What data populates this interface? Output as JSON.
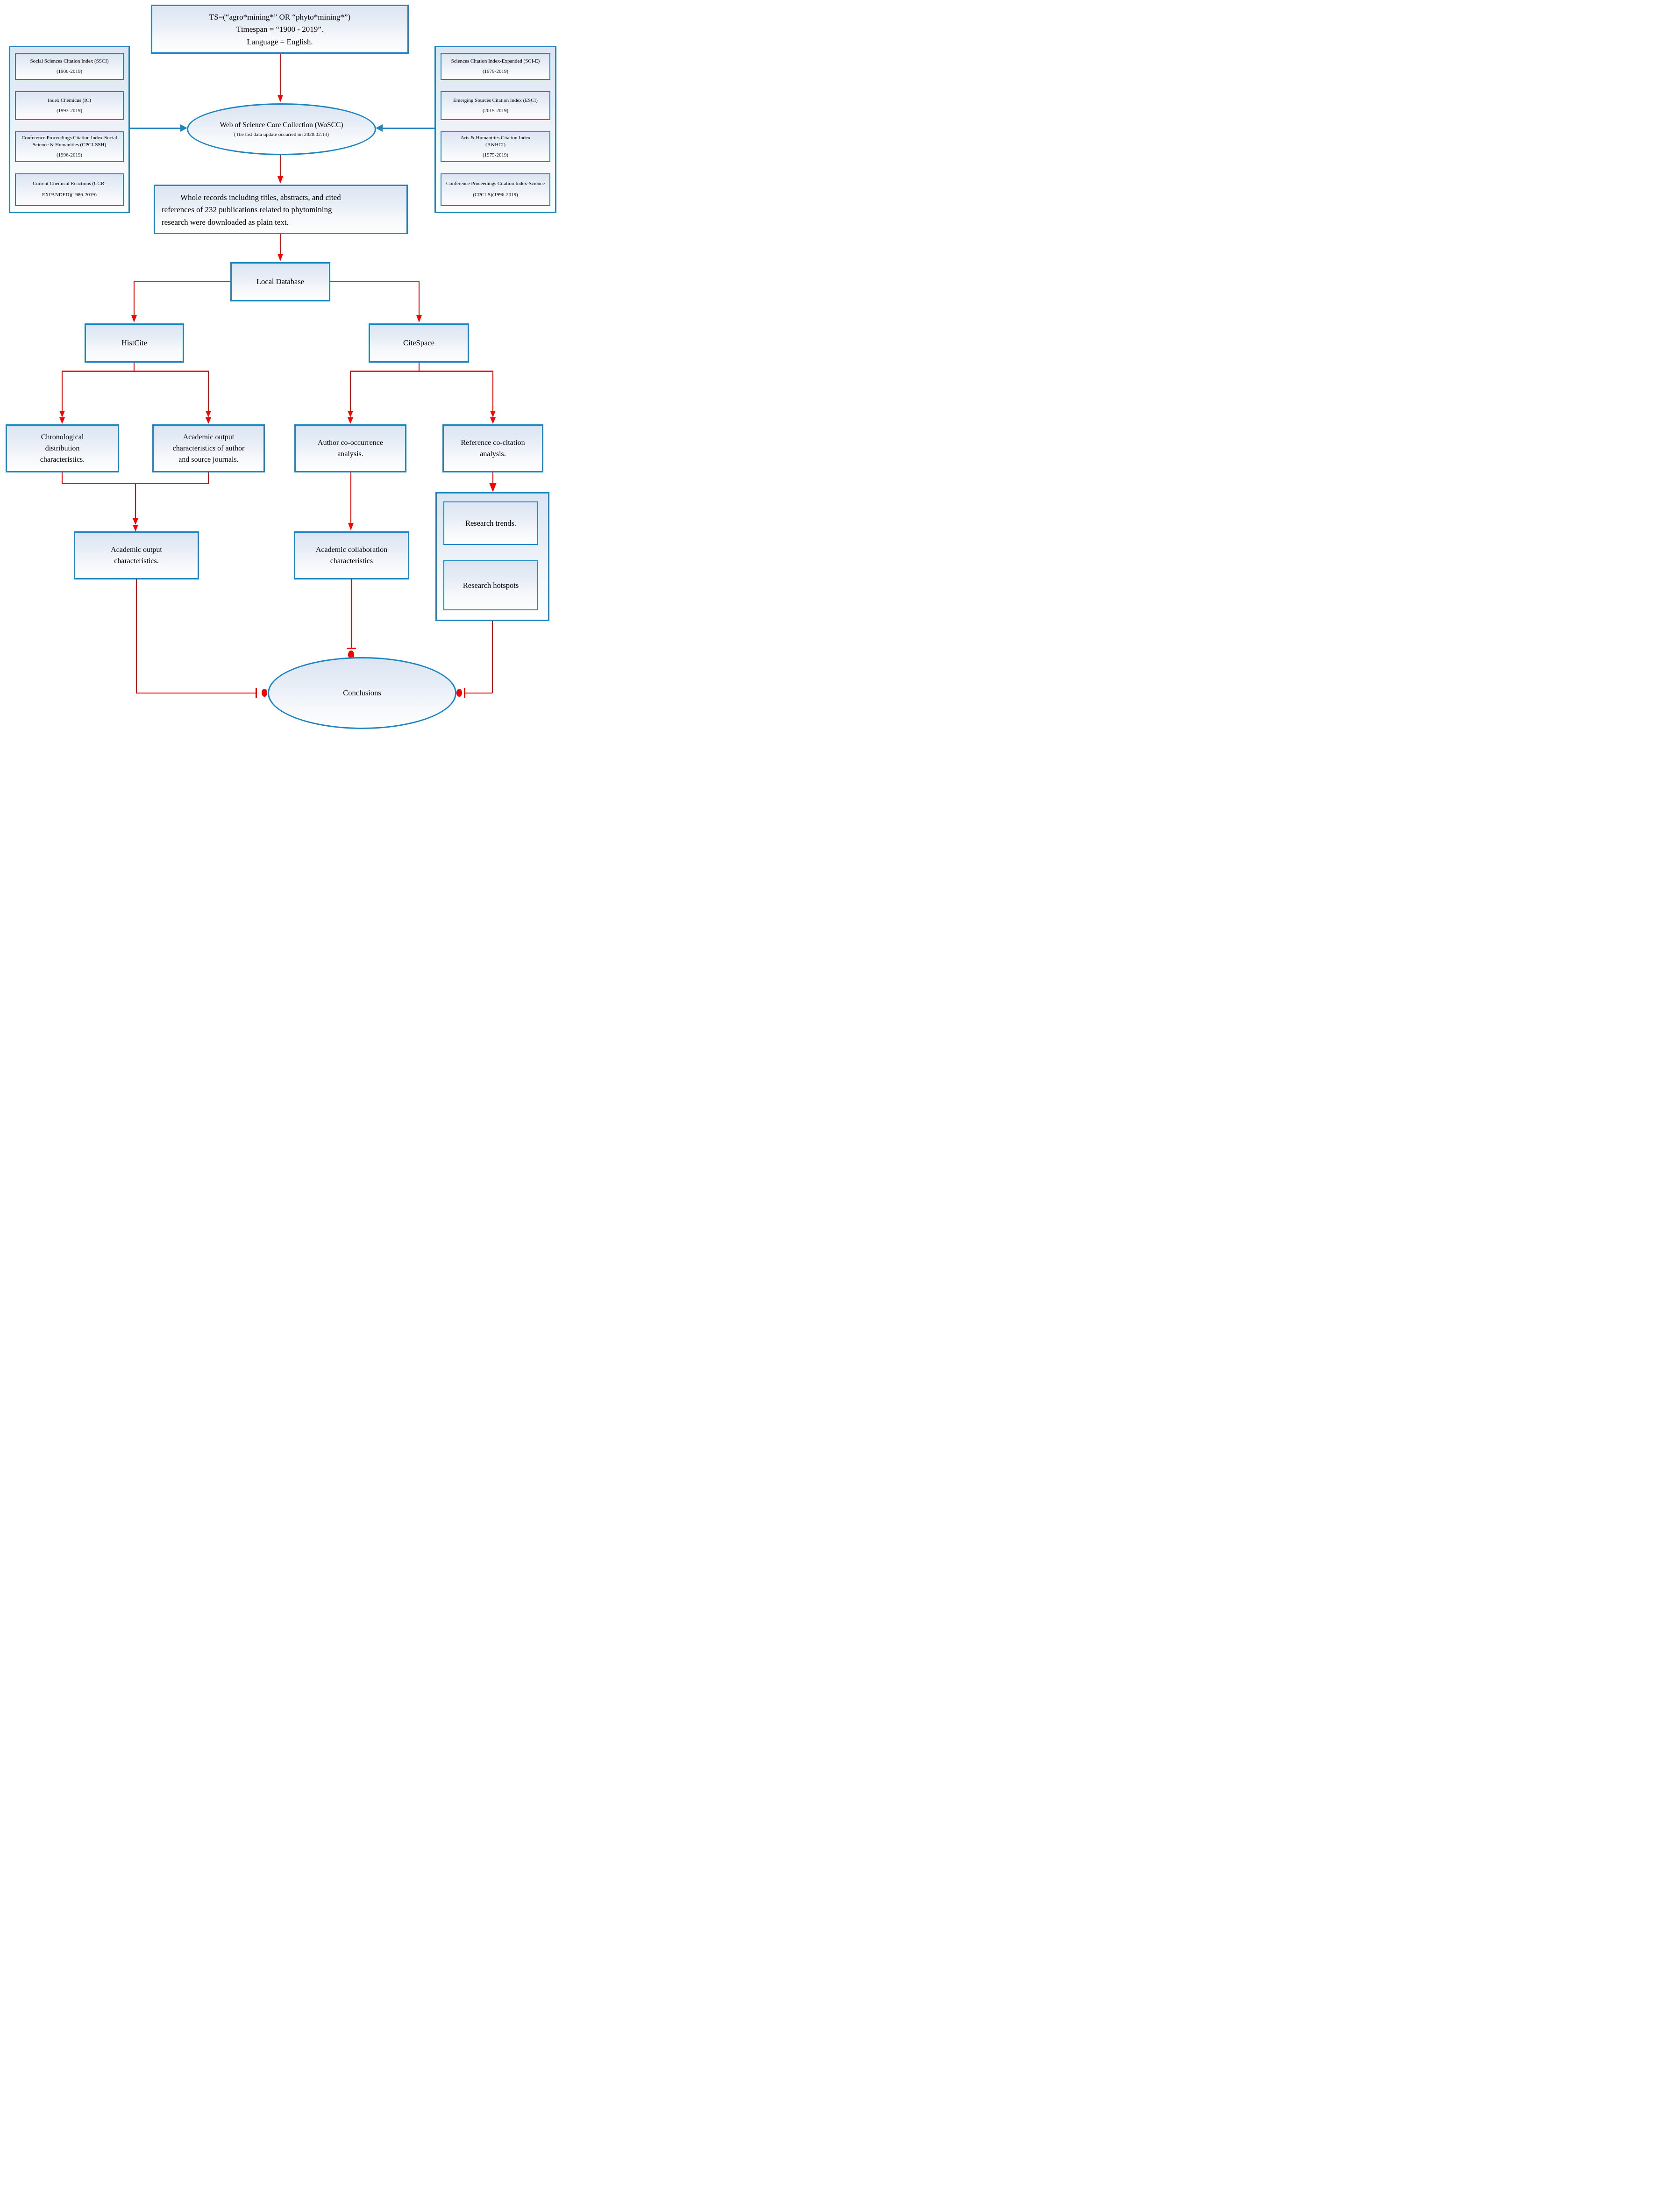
{
  "palette": {
    "blue": "#1c85c2",
    "red": "#f80101",
    "node_fill_top": "#dbe5f2",
    "node_fill_bottom": "#fefefe"
  },
  "query_box": {
    "lines": [
      "TS=(“agro*mining*” OR “phyto*mining*”)",
      "Timespan = “1900 - 2019”.",
      "Language = English."
    ]
  },
  "left_panel": {
    "items": [
      {
        "title": "Social Sciences Citation Index (SSCI)",
        "years": "(1900-2019)"
      },
      {
        "title": "Index Chemicus (IC)",
        "years": "(1993-2019)"
      },
      {
        "title": "Conference Proceedings Citation Index-Social Science & Humanities (CPCI-SSH)",
        "years": "(1996-2019)"
      },
      {
        "title": "Current Chemical Reactions (CCR-EXPANDED)(1986-2019)",
        "years": ""
      }
    ]
  },
  "right_panel": {
    "items": [
      {
        "title": "Sciences Citation Index-Expanded (SCI-E)",
        "years": "(1979-2019)"
      },
      {
        "title": "Emerging Sources Citation Index (ESCI)",
        "years": "(2015-2019)"
      },
      {
        "title": "Arts & Humanities Citation Index (A&HCI)",
        "years": "(1975-2019)"
      },
      {
        "title": "Conference Proceedings Citation Index-Science (CPCI-S)(1996-2019)",
        "years": ""
      }
    ]
  },
  "woscc_ellipse": {
    "title": "Web of Science Core Collection (WoSCC)",
    "subtitle": "(The last data update occurred on 2020.02.13)"
  },
  "whole_records_box": {
    "lines": [
      "Whole records including titles, abstracts, and cited",
      "references of 232 publications related to phytomining",
      "research were downloaded as plain text."
    ]
  },
  "local_database_box": {
    "label": "Local Database"
  },
  "histcite_box": {
    "label": "HistCite"
  },
  "citespace_box": {
    "label": "CiteSpace"
  },
  "chronological_box": {
    "lines": [
      "Chronological",
      "distribution",
      "characteristics."
    ]
  },
  "academic_output_authors_box": {
    "lines": [
      "Academic output",
      "characteristics of author",
      "and source journals."
    ]
  },
  "author_cooccurrence_box": {
    "lines": [
      "Author co-occurrence",
      "analysis."
    ]
  },
  "reference_cocitation_box": {
    "lines": [
      "Reference co-citation",
      "analysis."
    ]
  },
  "academic_output_box": {
    "lines": [
      "Academic output",
      "characteristics."
    ]
  },
  "academic_collaboration_box": {
    "lines": [
      "Academic collaboration",
      "characteristics"
    ]
  },
  "research_trends_box": {
    "label": "Research trends."
  },
  "research_hotspots_box": {
    "label": "Research hotspots"
  },
  "conclusions_ellipse": {
    "label": "Conclusions"
  }
}
